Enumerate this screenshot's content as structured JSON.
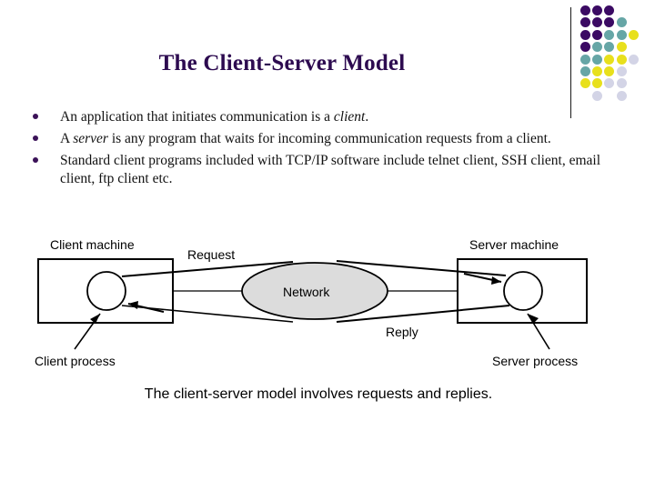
{
  "slide": {
    "title": "The Client-Server Model",
    "caption": "The client-server model involves requests and replies.",
    "accent_color": "#2d0b50",
    "bullet_color": "#3b1258"
  },
  "bullets": [
    {
      "marker": "bullet-dot",
      "parts": [
        {
          "text": "An application that initiates communication is a ",
          "italic": false
        },
        {
          "text": "client",
          "italic": true
        },
        {
          "text": ".",
          "italic": false
        }
      ]
    },
    {
      "marker": "bullet-dot",
      "parts": [
        {
          "text": "A ",
          "italic": false
        },
        {
          "text": "server",
          "italic": true
        },
        {
          "text": " is any program that waits for incoming communication requests from a client.",
          "italic": false
        }
      ]
    },
    {
      "marker": "bullet-dot",
      "parts": [
        {
          "text": "Standard client programs included with TCP/IP software include telnet client, SSH client, email client, ftp client etc.",
          "italic": false
        }
      ]
    }
  ],
  "diagram": {
    "labels": {
      "client_machine": "Client machine",
      "server_machine": "Server machine",
      "client_process": "Client process",
      "server_process": "Server process",
      "network": "Network",
      "request": "Request",
      "reply": "Reply"
    },
    "colors": {
      "network_fill": "#dcdcdc",
      "stroke": "#000000",
      "box_fill": "#ffffff"
    }
  },
  "dot_grid": {
    "colors": {
      "purple": "#3b0a63",
      "teal": "#66a6a6",
      "yellow": "#e8e01c",
      "lavender": "#d3d4e6"
    },
    "columns": 5,
    "rows": 9,
    "cells": [
      [
        "purple",
        "purple",
        "purple",
        "none",
        "none"
      ],
      [
        "purple",
        "purple",
        "purple",
        "teal",
        "none"
      ],
      [
        "purple",
        "purple",
        "teal",
        "teal",
        "yellow"
      ],
      [
        "purple",
        "teal",
        "teal",
        "yellow",
        "none"
      ],
      [
        "teal",
        "teal",
        "yellow",
        "yellow",
        "lavender"
      ],
      [
        "teal",
        "yellow",
        "yellow",
        "lavender",
        "none"
      ],
      [
        "yellow",
        "yellow",
        "lavender",
        "lavender",
        "none"
      ],
      [
        "none",
        "lavender",
        "none",
        "lavender",
        "none"
      ],
      [
        "none",
        "none",
        "none",
        "none",
        "none"
      ]
    ]
  }
}
